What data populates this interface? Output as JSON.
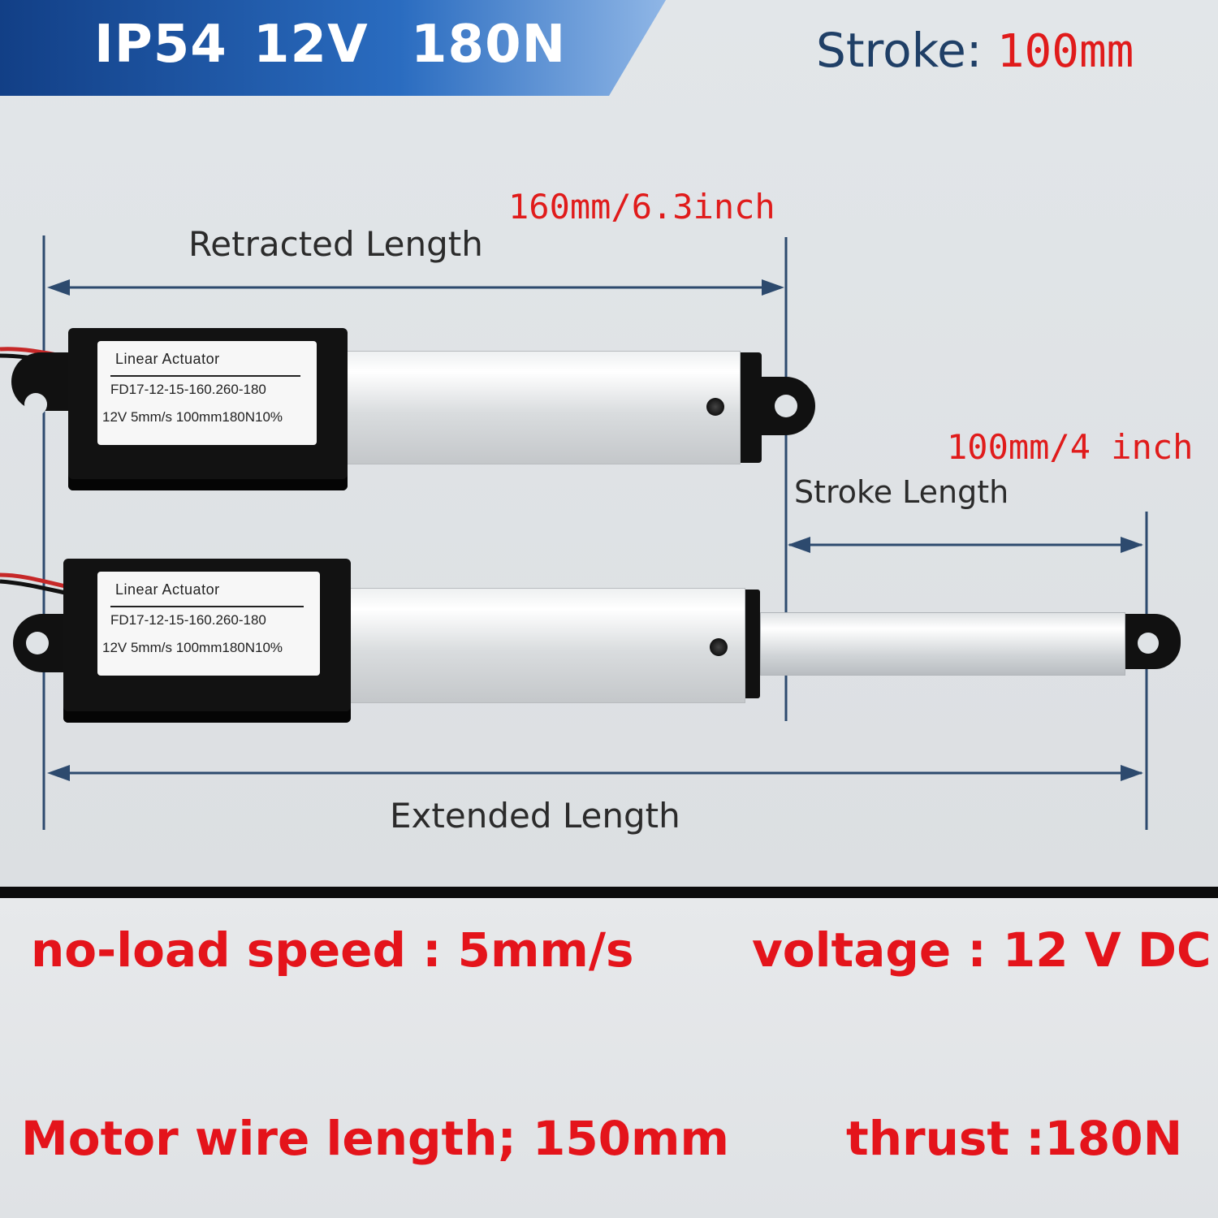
{
  "banner": {
    "ip_rating": "IP54",
    "voltage": "12V",
    "force": "180N"
  },
  "stroke_header": {
    "label": "Stroke:",
    "value": "100mm"
  },
  "dimensions": {
    "retracted_label": "Retracted Length",
    "retracted_value": "160mm/6.3inch",
    "stroke_label": "Stroke Length",
    "stroke_value": "100mm/4 inch",
    "extended_label": "Extended Length"
  },
  "actuator_label": {
    "title": "Linear Actuator",
    "model": "FD17-12-15-160.260-180",
    "specs": "12V  5mm/s 100mm180N10%"
  },
  "specs": {
    "speed": "no-load speed :   5mm/s",
    "voltage": "voltage : 12 V  DC",
    "wire": "Motor wire length;  150mm",
    "thrust": "thrust :180N"
  },
  "colors": {
    "accent_red": "#e4141b",
    "banner_blue": "#1d5aa8",
    "dimension_line": "#2d4a6e"
  }
}
